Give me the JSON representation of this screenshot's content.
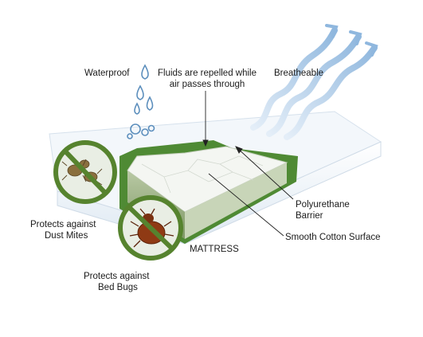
{
  "labels": {
    "waterproof": "Waterproof",
    "fluids_line1": "Fluids are repelled while",
    "fluids_line2": "air passes through",
    "breatheable": "Breatheable",
    "polyurethane_line1": "Polyurethane",
    "polyurethane_line2": "Barrier",
    "cotton": "Smooth Cotton Surface",
    "mattress": "MATTRESS",
    "dust_line1": "Protects against",
    "dust_line2": "Dust Mites",
    "bugs_line1": "Protects against",
    "bugs_line2": "Bed Bugs"
  },
  "icons": [
    "water-drops-icon",
    "airflow-arrows-icon",
    "dust-mite-prohibited-icon",
    "bed-bug-prohibited-icon"
  ],
  "colors": {
    "cover": "#eef4fa",
    "barrier": "#4f8a34",
    "mattress_side": "#9fb486",
    "prohibit": "#56832e",
    "water": "#5d8fbd",
    "air": "#a7c8e6"
  }
}
